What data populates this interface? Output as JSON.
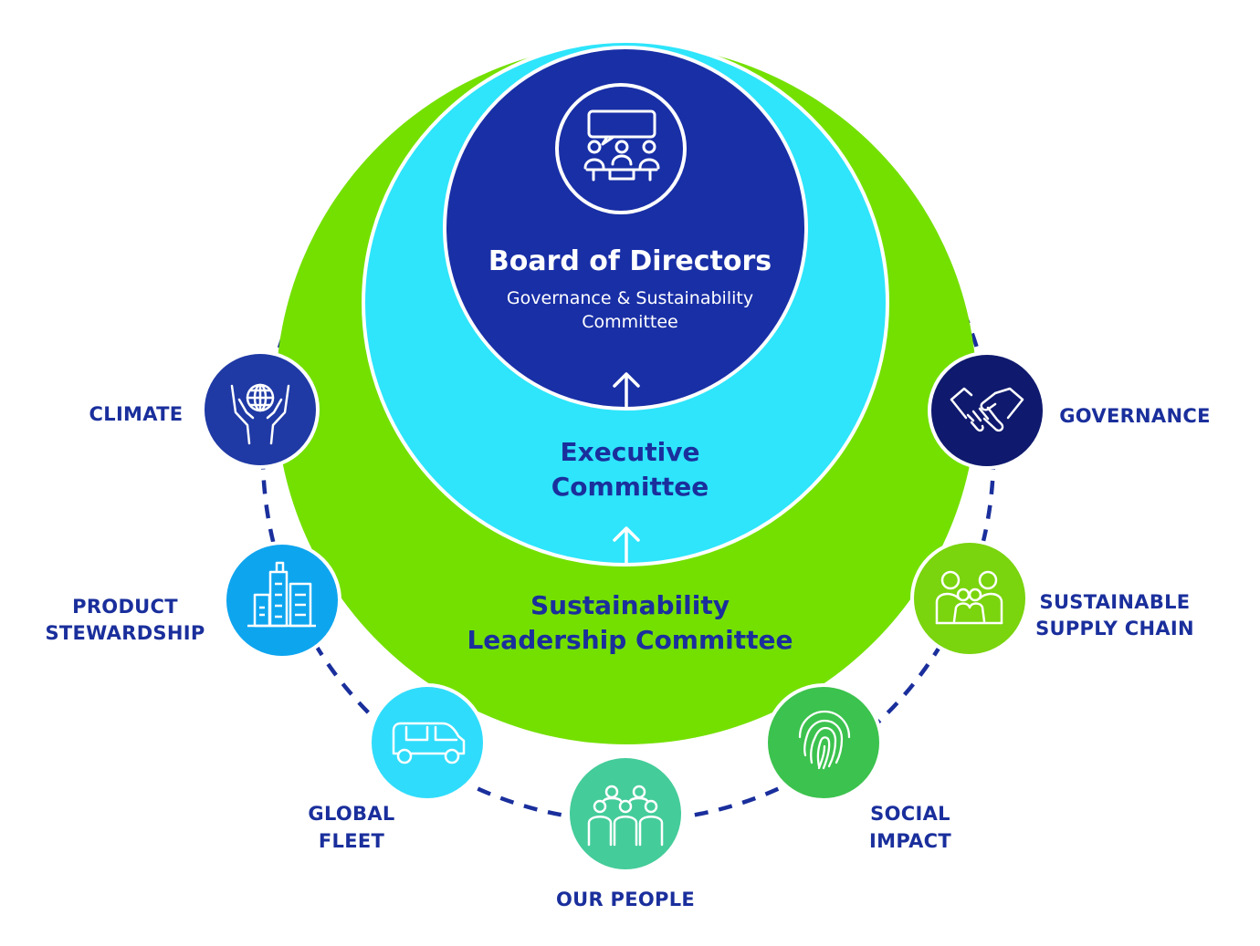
{
  "colors": {
    "green": "#74e000",
    "cyan": "#2ee5fb",
    "board_blue": "#192fa6",
    "text_blue": "#1a2f9c",
    "dash": "#1a2f9c"
  },
  "board": {
    "title": "Board of Directors",
    "subtitle_line1": "Governance & Sustainability",
    "subtitle_line2": "Committee",
    "icon": "meeting-icon"
  },
  "executive": {
    "line1": "Executive",
    "line2": "Committee"
  },
  "leadership": {
    "line1": "Sustainability",
    "line2": "Leadership Committee"
  },
  "pillars": {
    "climate": {
      "label1": "CLIMATE",
      "label2": "",
      "color": "#1f3aa5",
      "icon": "globe-hands-icon"
    },
    "governance": {
      "label1": "GOVERNANCE",
      "label2": "",
      "color": "#0f1a6e",
      "icon": "handshake-icon"
    },
    "product": {
      "label1": "PRODUCT",
      "label2": "STEWARDSHIP",
      "color": "#0ea5ef",
      "icon": "buildings-icon"
    },
    "supply": {
      "label1": "SUSTAINABLE",
      "label2": "SUPPLY CHAIN",
      "color": "#7ad40e",
      "icon": "family-icon"
    },
    "fleet": {
      "label1": "GLOBAL",
      "label2": "FLEET",
      "color": "#30dcfb",
      "icon": "van-icon"
    },
    "social": {
      "label1": "SOCIAL",
      "label2": "IMPACT",
      "color": "#3cc24e",
      "icon": "fingerprint-icon"
    },
    "people": {
      "label1": "OUR PEOPLE",
      "label2": "",
      "color": "#44cc9a",
      "icon": "people-group-icon"
    }
  }
}
